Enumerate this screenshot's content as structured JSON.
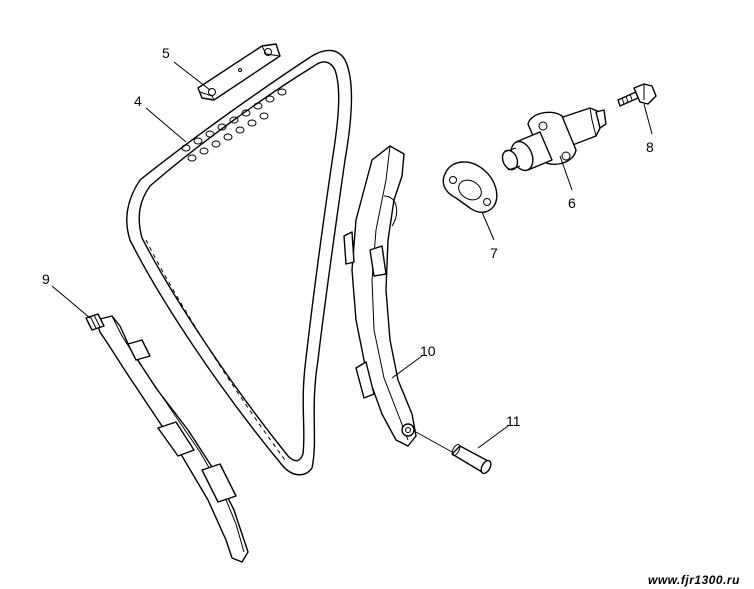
{
  "callouts": {
    "c4": "4",
    "c5": "5",
    "c6": "6",
    "c7": "7",
    "c8": "8",
    "c9": "9",
    "c10": "10",
    "c11": "11"
  },
  "watermark": "www.fjr1300.ru"
}
